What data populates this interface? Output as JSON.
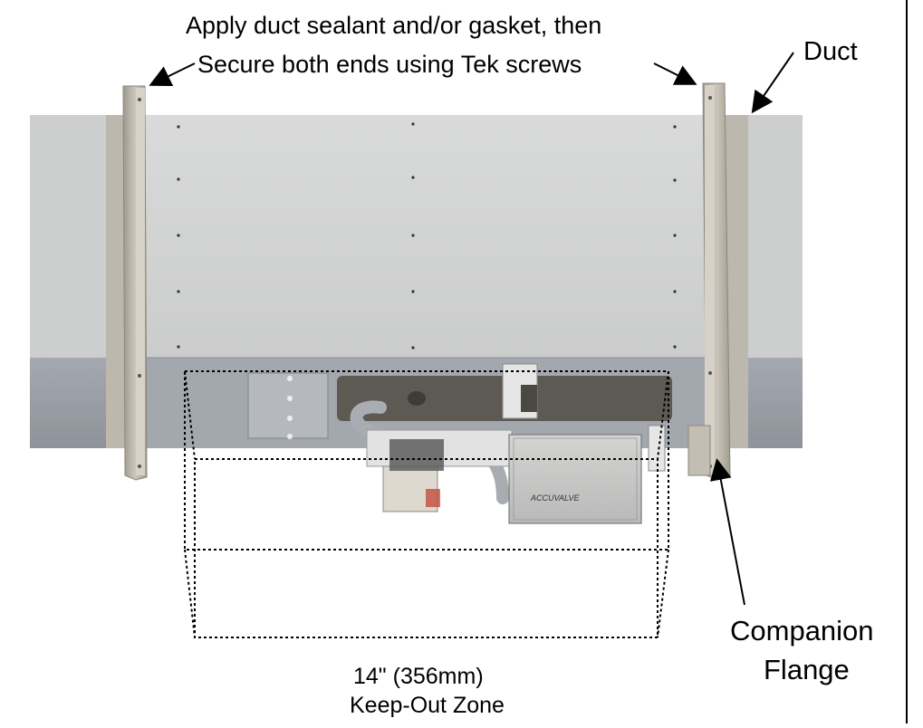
{
  "callouts": {
    "instruction_line1": "Apply duct sealant and/or gasket, then",
    "instruction_line2": "Secure both ends using Tek screws",
    "duct": "Duct",
    "companion_flange_line1": "Companion",
    "companion_flange_line2": "Flange",
    "keepout_line1": "14\" (356mm)",
    "keepout_line2": "Keep-Out Zone"
  },
  "device_label": "ACCUVALVE",
  "colors": {
    "duct_top": "#d2d3d3",
    "duct_side": "#9a9fa6",
    "flange": "#b7b2a6",
    "actuator_body": "#5d5a53",
    "enclosure": "#c7c7c6"
  }
}
